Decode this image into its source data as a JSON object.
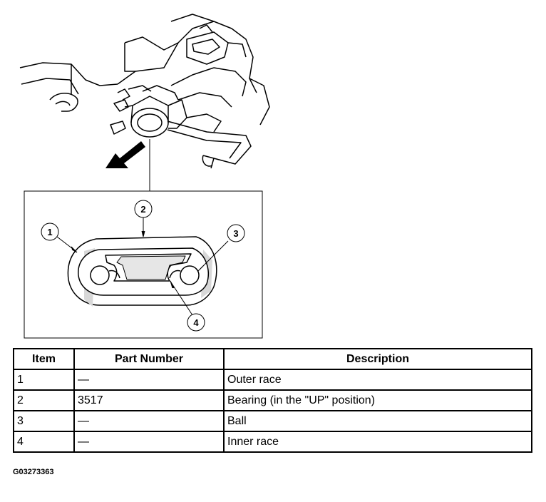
{
  "callouts": [
    "1",
    "2",
    "3",
    "4"
  ],
  "table": {
    "headers": [
      "Item",
      "Part Number",
      "Description"
    ],
    "rows": [
      [
        "1",
        "—",
        "Outer race"
      ],
      [
        "2",
        "3517",
        "Bearing (in the \"UP\" position)"
      ],
      [
        "3",
        "—",
        "Ball"
      ],
      [
        "4",
        "—",
        "Inner race"
      ]
    ]
  },
  "figure_id": "G03273363"
}
